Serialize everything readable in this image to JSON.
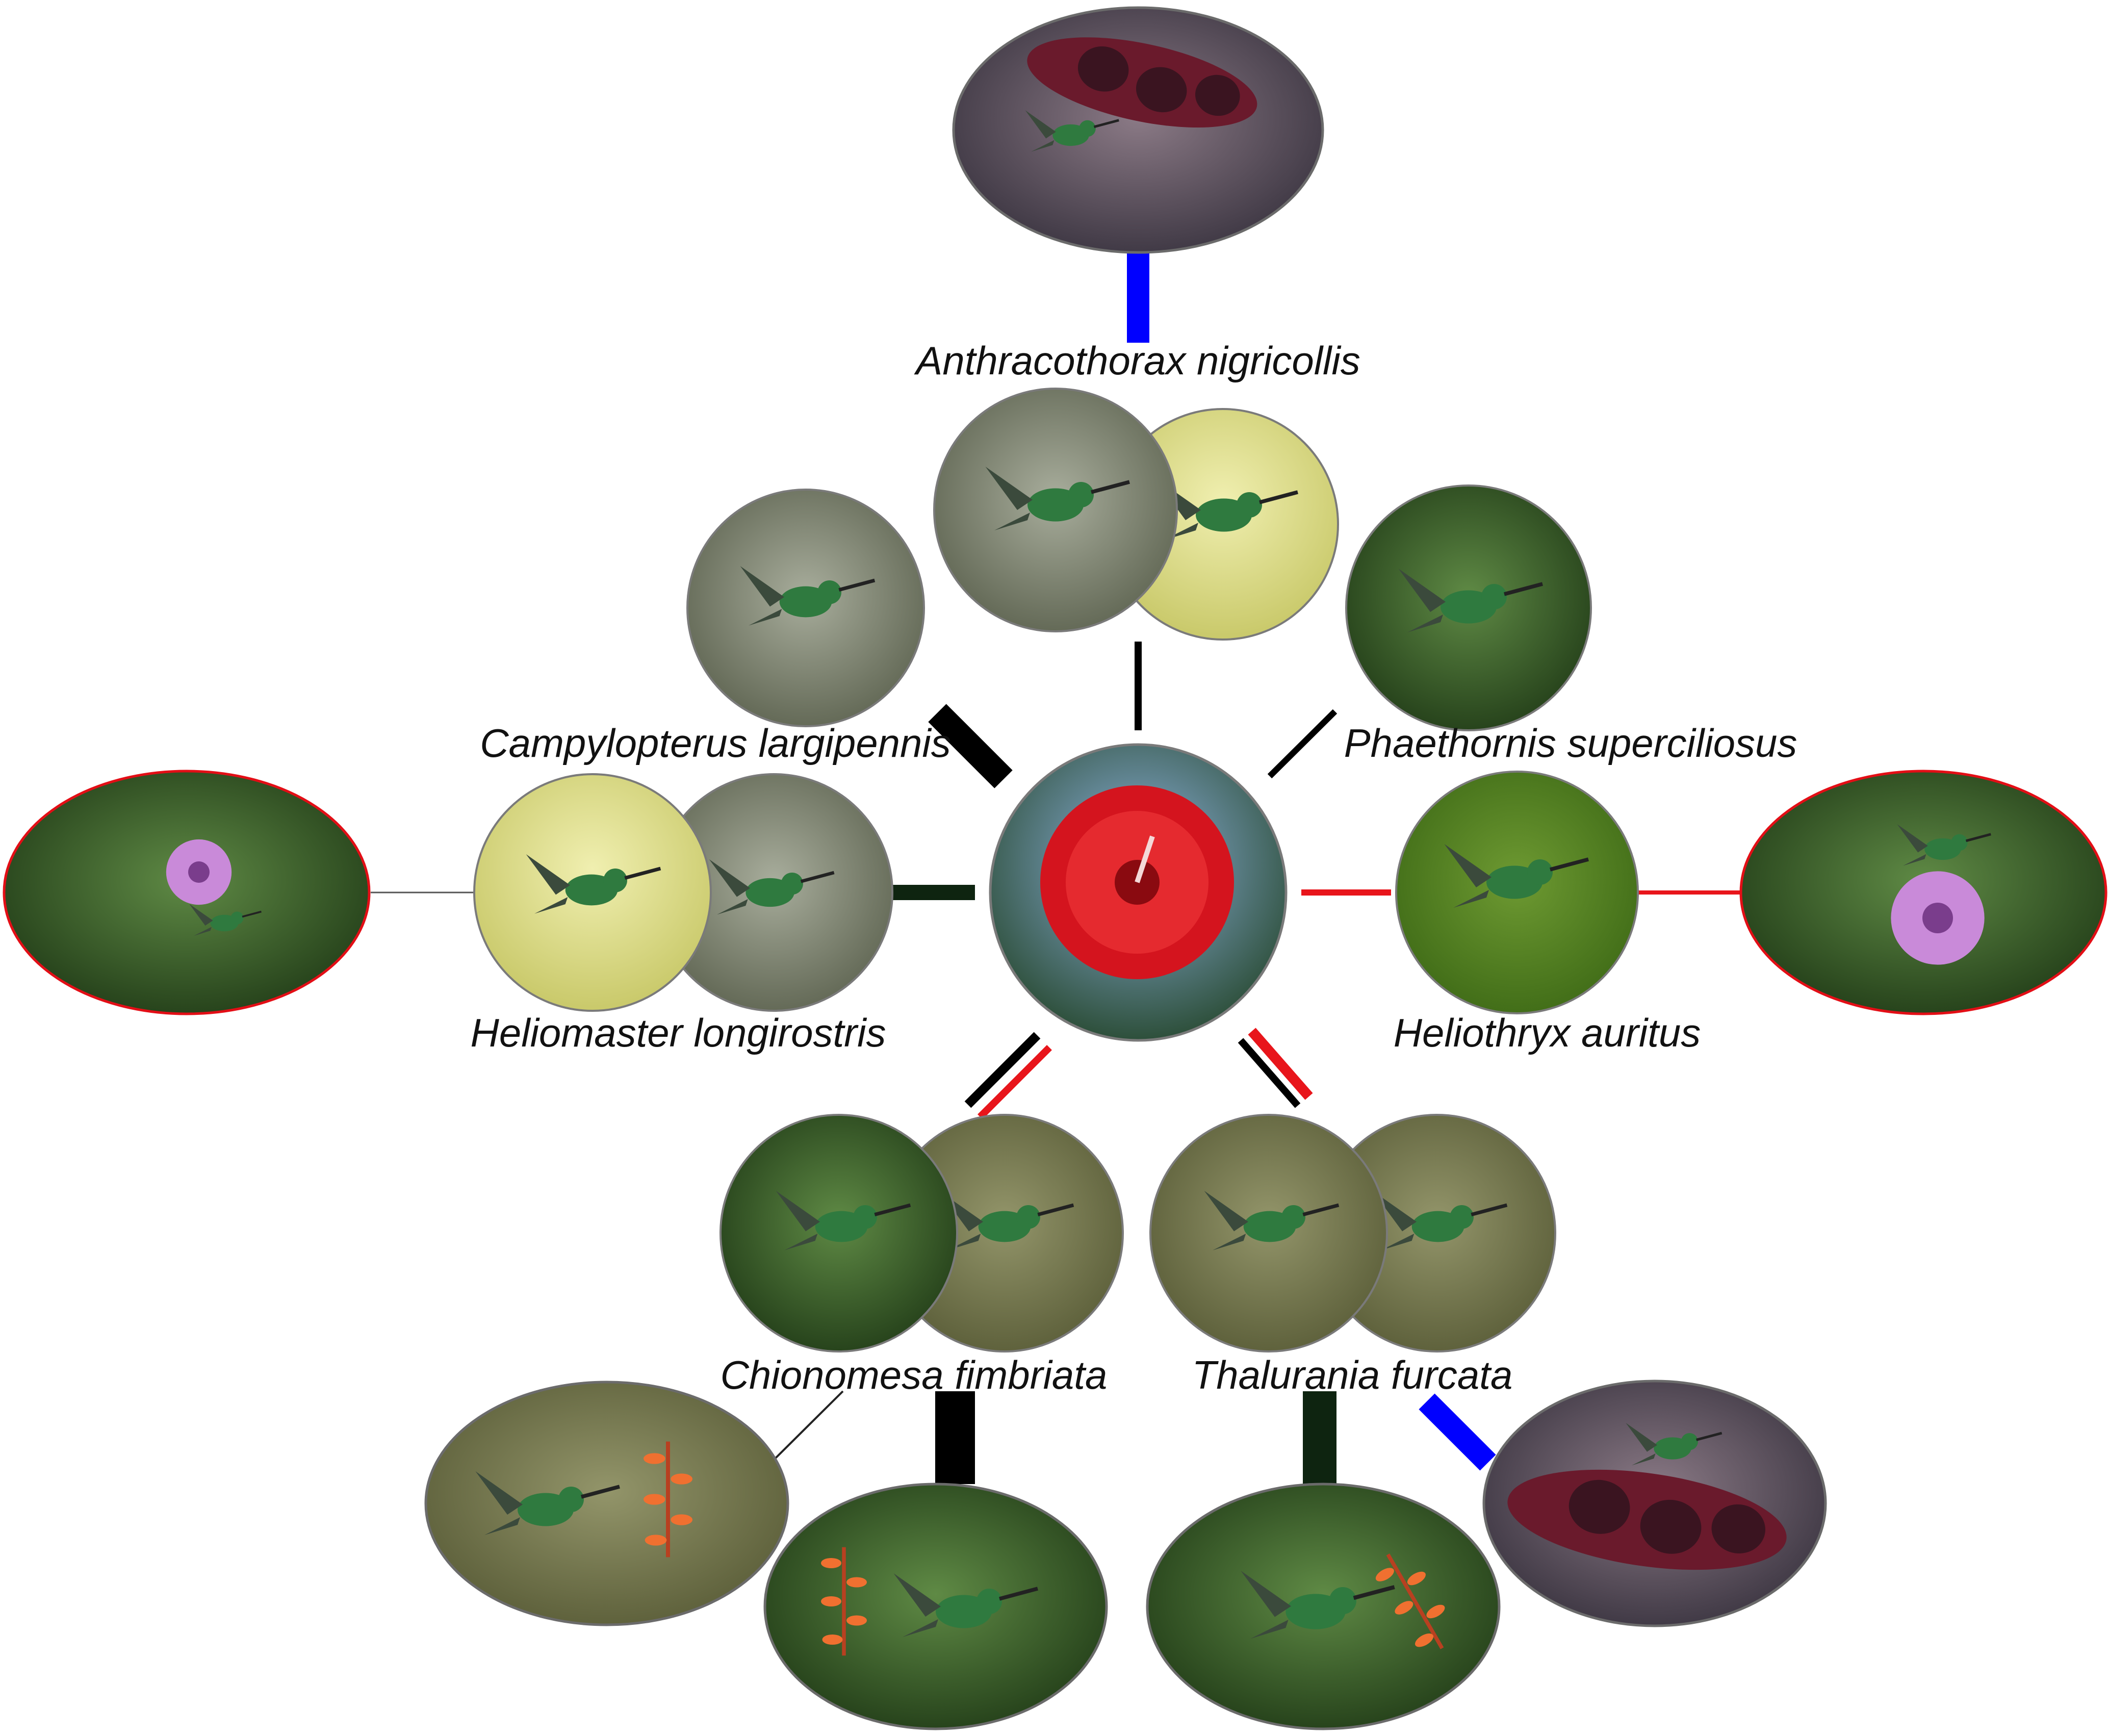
{
  "colors": {
    "black_link": "#000000",
    "dark_link": "#0e2410",
    "red_link": "#e8151b",
    "blue_link": "#0000ff",
    "thin_link": "#444444",
    "oval_border": "#6b6b6b",
    "red_oval_border": "#e30e16",
    "circle_border": "#7a7a7a"
  },
  "central_plant": {
    "icon": "red-flower-icon"
  },
  "species": {
    "anthracothorax": "Anthracothorax nigricollis",
    "campylopterus": "Campylopterus largipennis",
    "phaethornis": "Phaethornis superciliosus",
    "heliomaster": "Heliomaster longirostris",
    "heliothryx": "Heliothryx auritus",
    "chionomesa": "Chionomesa fimbriata",
    "thalurania": "Thalurania furcata"
  },
  "icons": {
    "hummingbird": "hummingbird-icon",
    "flower": "flower-icon"
  }
}
